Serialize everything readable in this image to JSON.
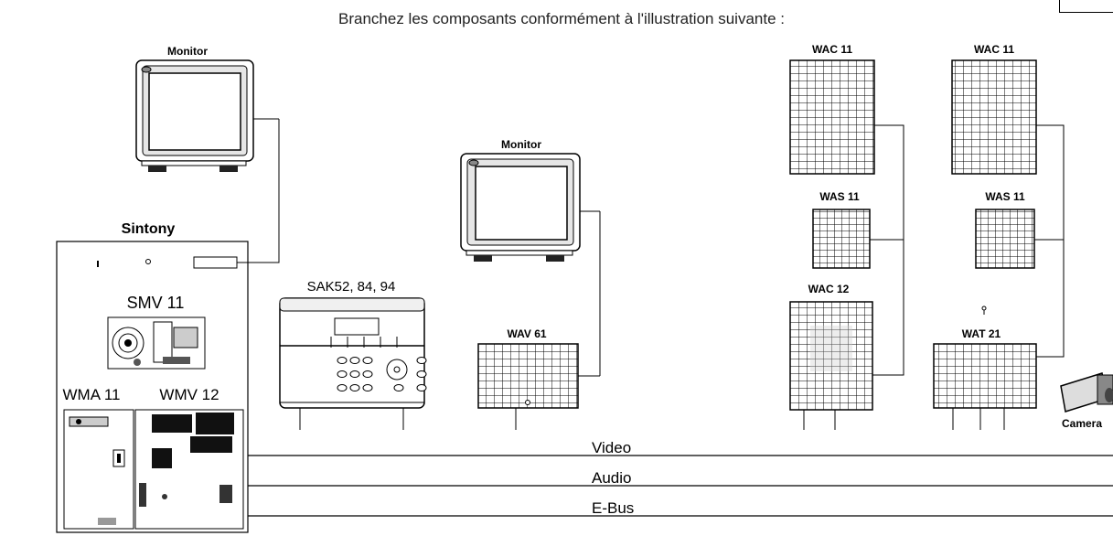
{
  "instruction": "Branchez les composants conformément à l'illustration suivante :",
  "labels": {
    "monitor_1": "Monitor",
    "monitor_2": "Monitor",
    "sintony": "Sintony",
    "smv": "SMV 11",
    "wma": "WMA 11",
    "wmv": "WMV 12",
    "sak": "SAK52, 84, 94",
    "wav": "WAV 61",
    "wac11_a": "WAC 11",
    "wac11_b": "WAC 11",
    "was11_a": "WAS 11",
    "was11_b": "WAS 11",
    "wac12": "WAC 12",
    "wat21": "WAT 21",
    "camera": "Camera"
  },
  "buses": {
    "video": "Video",
    "audio": "Audio",
    "ebus": "E-Bus"
  }
}
